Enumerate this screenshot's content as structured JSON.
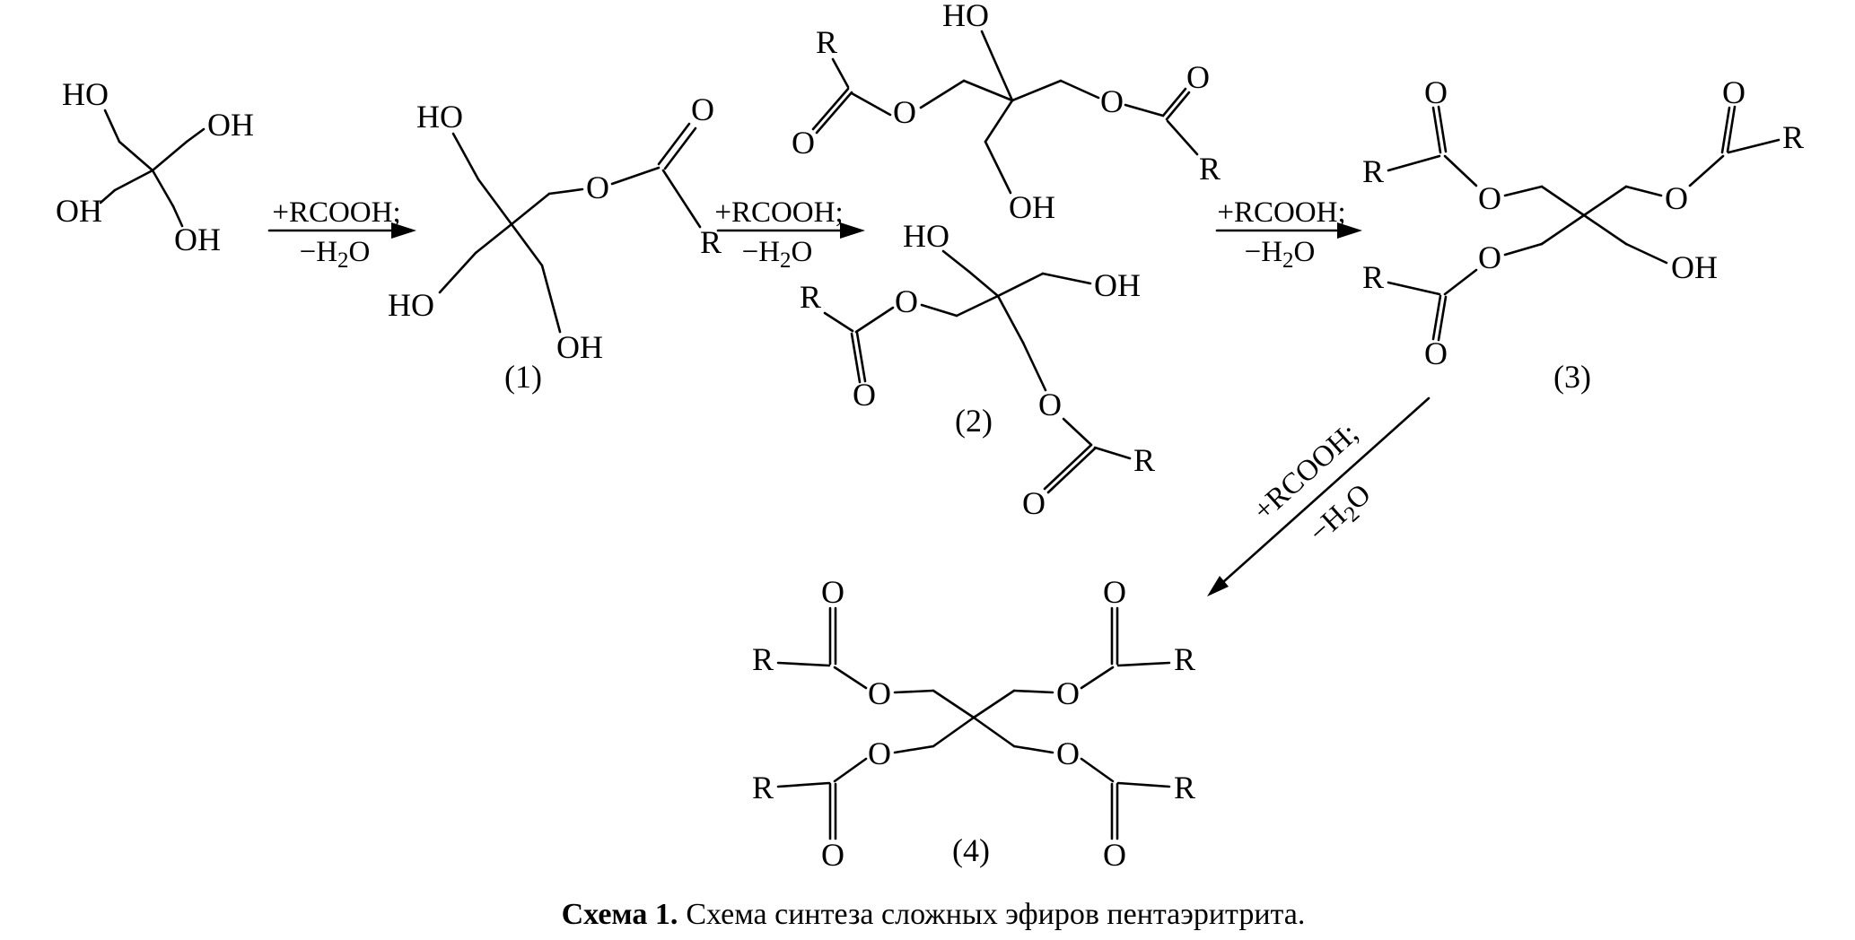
{
  "page": {
    "background": "#ffffff",
    "ink": "#000000"
  },
  "labels": {
    "ho": "HO",
    "oh": "OH",
    "o": "O",
    "r": "R"
  },
  "compound_numbers": {
    "c1": "(1)",
    "c2": "(2)",
    "c3": "(3)",
    "c4": "(4)"
  },
  "arrows": {
    "reagent": "+RCOOH;",
    "byproduct": {
      "pre": "−H",
      "sub": "2",
      "post": "O"
    }
  },
  "caption": {
    "bold": "Схема 1.",
    "rest": "Схема синтеза сложных эфиров пентаэритрита."
  }
}
